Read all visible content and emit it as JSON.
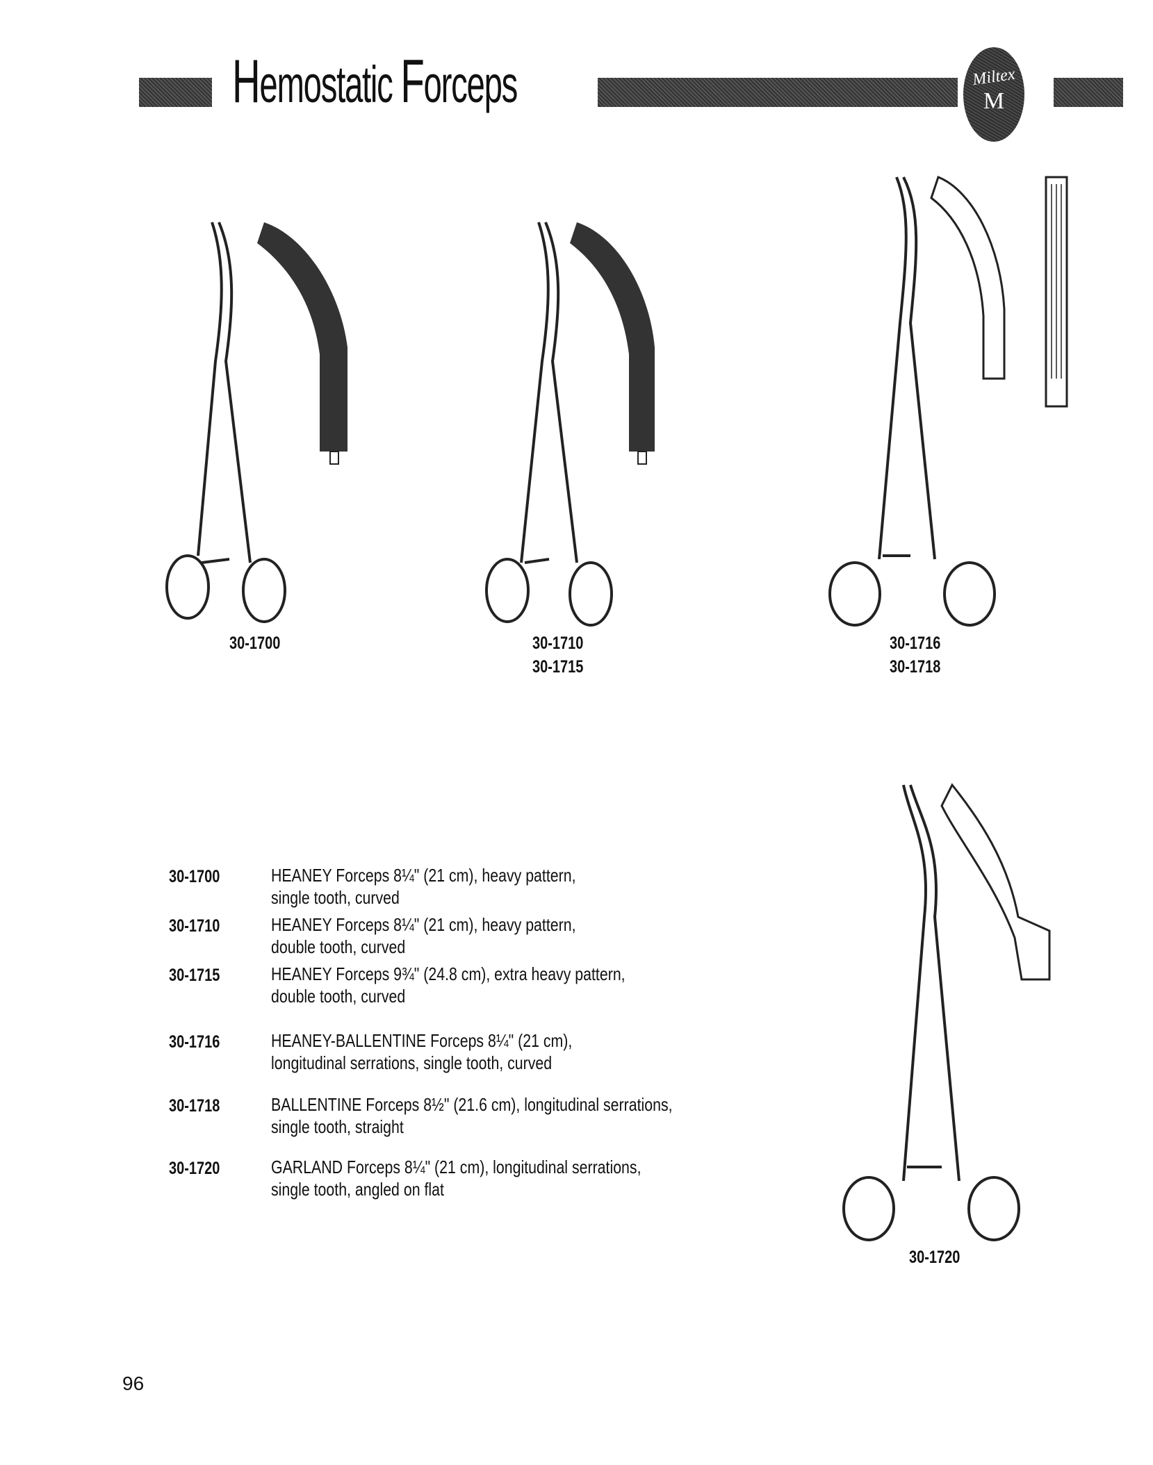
{
  "header": {
    "title_first_initial": "H",
    "title_word1_rest": "emostatic",
    "title_second_initial": "F",
    "title_word2_rest": "orceps",
    "logo_script": "Miltex",
    "logo_letter": "M"
  },
  "figure_labels": {
    "fig1": [
      "30-1700"
    ],
    "fig2": [
      "30-1710",
      "30-1715"
    ],
    "fig3": [
      "30-1716",
      "30-1718"
    ],
    "fig4": [
      "30-1720"
    ]
  },
  "items": [
    {
      "code": "30-1700",
      "line1": "HEANEY Forceps 8¼\" (21 cm), heavy pattern,",
      "line2": "single tooth, curved"
    },
    {
      "code": "30-1710",
      "line1": "HEANEY Forceps 8¼\" (21 cm), heavy pattern,",
      "line2": "double tooth, curved"
    },
    {
      "code": "30-1715",
      "line1": "HEANEY Forceps 9¾\" (24.8 cm), extra heavy pattern,",
      "line2": "double tooth, curved"
    },
    {
      "code": "30-1716",
      "line1": "HEANEY-BALLENTINE Forceps 8¼\" (21 cm),",
      "line2": "longitudinal serrations, single tooth, curved"
    },
    {
      "code": "30-1718",
      "line1": "BALLENTINE Forceps 8½\" (21.6 cm), longitudinal serrations,",
      "line2": "single tooth, straight"
    },
    {
      "code": "30-1720",
      "line1": "GARLAND Forceps 8¼\" (21 cm), longitudinal serrations,",
      "line2": "single tooth, angled on flat"
    }
  ],
  "page_number": "96"
}
